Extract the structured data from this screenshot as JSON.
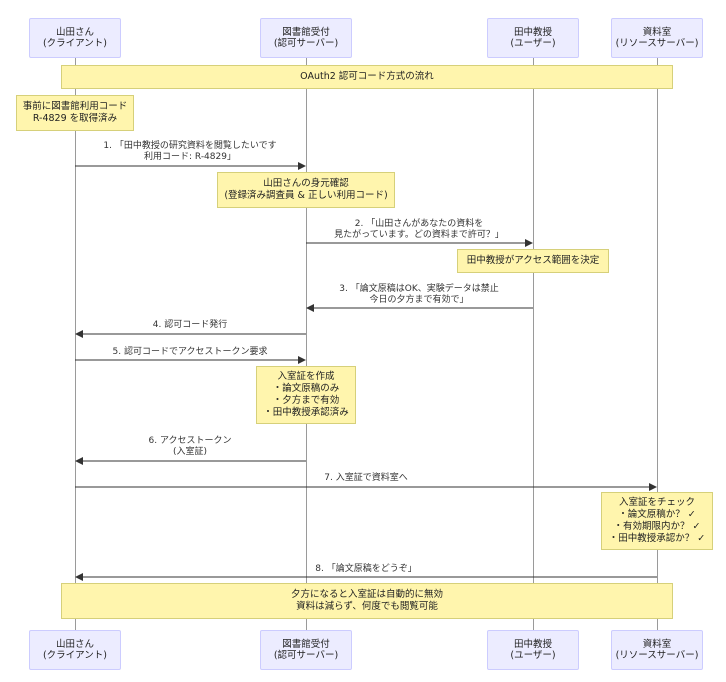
{
  "actors": [
    {
      "id": "yamada",
      "line1": "山田さん",
      "line2": "(クライアント)"
    },
    {
      "id": "reception",
      "line1": "図書館受付",
      "line2": "(認可サーバー)"
    },
    {
      "id": "tanaka",
      "line1": "田中教授",
      "line2": "(ユーザー)"
    },
    {
      "id": "archive",
      "line1": "資料室",
      "line2": "(リソースサーバー)"
    }
  ],
  "notes": {
    "title": [
      "OAuth2 認可コード方式の流れ"
    ],
    "precondition": [
      "事前に図書館利用コード",
      "R-4829 を取得済み"
    ],
    "identity_check": [
      "山田さんの身元確認",
      "(登録済み調査員 & 正しい利用コード)"
    ],
    "tanaka_decides": [
      "田中教授がアクセス範囲を決定"
    ],
    "pass_created": [
      "入室証を作成",
      "・論文原稿のみ",
      "・夕方まで有効",
      "・田中教授承認済み"
    ],
    "pass_check": [
      "入室証をチェック",
      "・論文原稿か？ ✓",
      "・有効期限内か？ ✓",
      "・田中教授承認か？ ✓"
    ],
    "footer": [
      "夕方になると入室証は自動的に無効",
      "資料は減らず、何度でも閲覧可能"
    ]
  },
  "messages": [
    {
      "from": "yamada",
      "to": "reception",
      "lines": [
        "1. 「田中教授の研究資料を閲覧したいです",
        "利用コード: R-4829」"
      ]
    },
    {
      "from": "reception",
      "to": "tanaka",
      "lines": [
        "2. 「山田さんがあなたの資料を",
        "見たがっています。どの資料まで許可？」"
      ]
    },
    {
      "from": "tanaka",
      "to": "reception",
      "lines": [
        "3. 「論文原稿はOK、実験データは禁止",
        "今日の夕方まで有効で」"
      ]
    },
    {
      "from": "reception",
      "to": "yamada",
      "lines": [
        "4. 認可コード発行"
      ]
    },
    {
      "from": "yamada",
      "to": "reception",
      "lines": [
        "5. 認可コードでアクセストークン要求"
      ]
    },
    {
      "from": "reception",
      "to": "yamada",
      "lines": [
        "6. アクセストークン",
        "(入室証)"
      ]
    },
    {
      "from": "yamada",
      "to": "archive",
      "lines": [
        "7. 入室証で資料室へ"
      ]
    },
    {
      "from": "archive",
      "to": "yamada",
      "lines": [
        "8. 「論文原稿をどうぞ」"
      ]
    }
  ],
  "colors": {
    "actor_fill": "#ECECFF",
    "actor_border": "#CCCCFF",
    "note_fill": "#FFF5AD",
    "note_border": "#D6D07A",
    "arrow": "#333333"
  }
}
